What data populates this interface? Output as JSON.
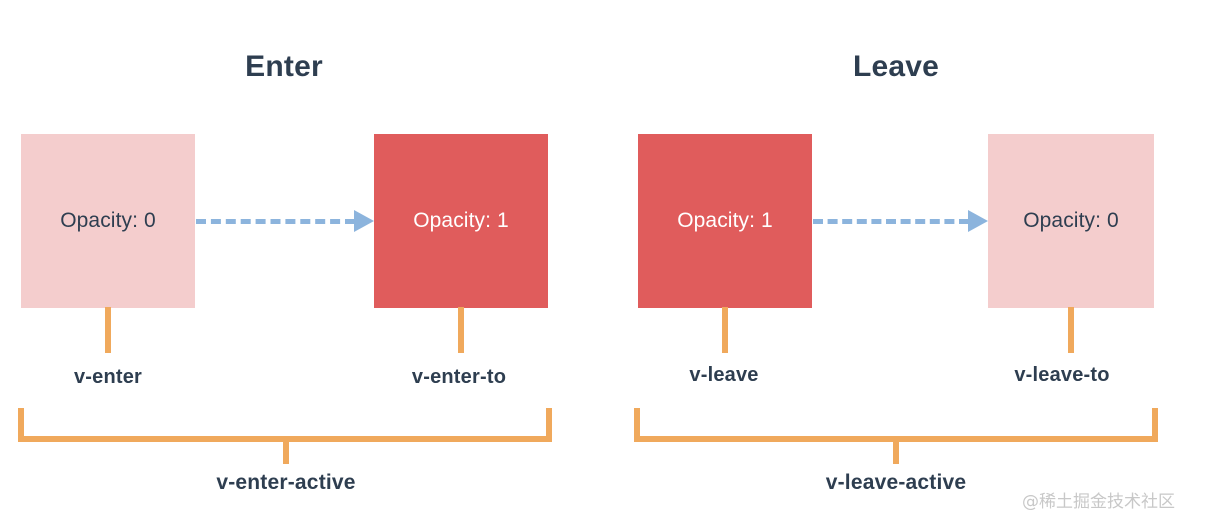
{
  "diagram": {
    "title_enter": "Enter",
    "title_leave": "Leave",
    "colors": {
      "box_faded": "#f4cdcd",
      "box_solid": "#e05c5c",
      "arrow": "#8cb4dd",
      "bracket": "#f0a95c",
      "text_dark": "#2e3e50",
      "text_light": "#ffffff",
      "watermark": "#c8c8c8",
      "background": "#ffffff"
    },
    "enter": {
      "heading": "Enter",
      "from_box": {
        "label": "Opacity: 0",
        "style": "faded"
      },
      "to_box": {
        "label": "Opacity: 1",
        "style": "solid"
      },
      "from_hook": "v-enter",
      "to_hook": "v-enter-to",
      "active_hook": "v-enter-active",
      "arrow_direction": "left-to-right",
      "arrow_style": "dashed"
    },
    "leave": {
      "heading": "Leave",
      "from_box": {
        "label": "Opacity: 1",
        "style": "solid"
      },
      "to_box": {
        "label": "Opacity: 0",
        "style": "faded"
      },
      "from_hook": "v-leave",
      "to_hook": "v-leave-to",
      "active_hook": "v-leave-active",
      "arrow_direction": "left-to-right",
      "arrow_style": "dashed"
    }
  },
  "watermark": {
    "text": "@稀土掘金技术社区"
  }
}
